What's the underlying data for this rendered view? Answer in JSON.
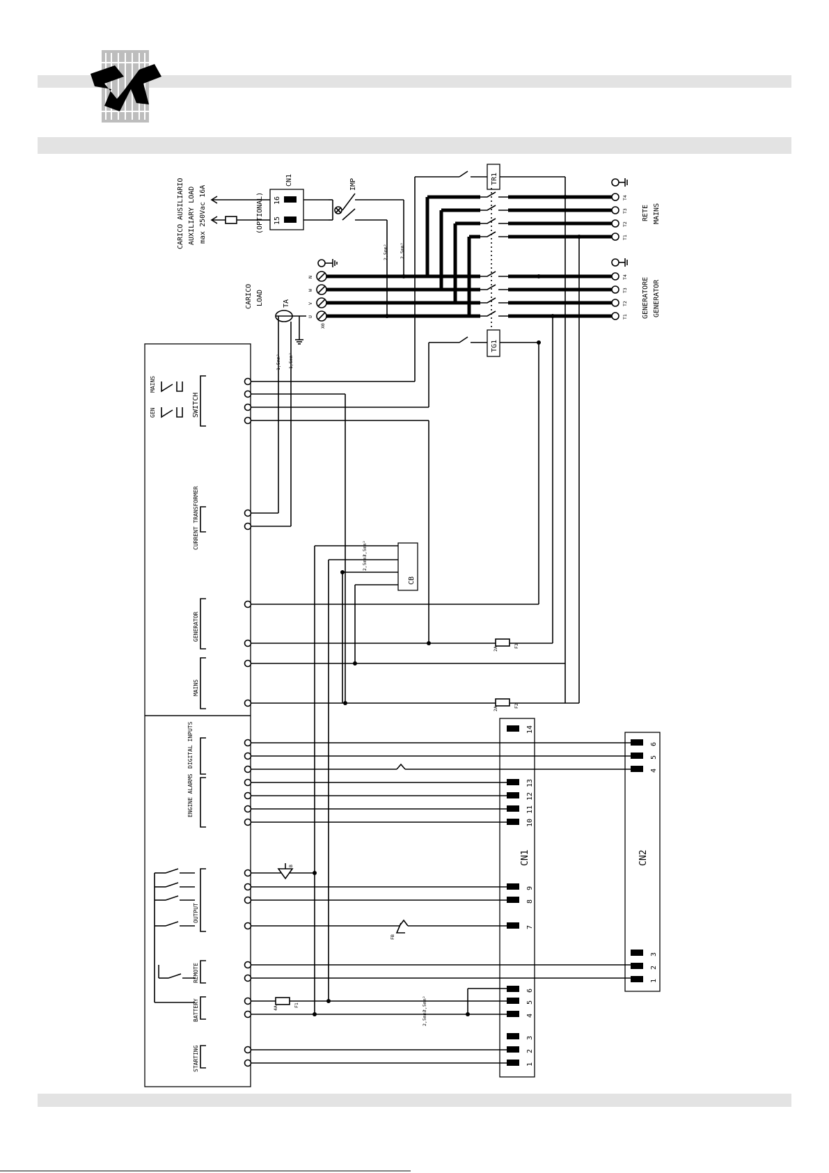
{
  "load": {
    "carico": "CARICO",
    "load": "LOAD",
    "ta": "TA"
  },
  "aux_load": {
    "line1": "CARICO AUSILIARIO",
    "line2": "AUXILIARY LOAD",
    "line3": "max 250Vac 16A",
    "optional": "(OPTIONAL)"
  },
  "cn1_top": {
    "label": "CN1",
    "pin_a": "15",
    "pin_b": "16"
  },
  "imp": "IMP",
  "tr1": "TR1",
  "tg1": "TG1",
  "rete": {
    "line1": "RETE",
    "line2": "MAINS"
  },
  "generatore": {
    "line1": "GENERATORE",
    "line2": "GENERATOR"
  },
  "gen_mains_terminals": [
    "T1",
    "T2",
    "T3",
    "T4"
  ],
  "load_terminals": [
    "X0",
    "U",
    "V",
    "W",
    "N"
  ],
  "groups": {
    "switch": "SWITCH",
    "gen": "GEN",
    "mains_sw": "MAINS",
    "current_transformer": "CURRENT TRANSFORMER",
    "generator": "GENERATOR",
    "mains": "MAINS",
    "digital_inputs": "DIGITAL INPUTS",
    "engine_alarms": "ENGINE ALARMS",
    "output": "OUTPUT",
    "remote": "REMOTE",
    "battery": "BATTERY",
    "starting": "STARTING"
  },
  "cb": "CB",
  "cn1_label": "CN1",
  "cn2_label": "CN2",
  "cn1_pins": [
    "14",
    "13",
    "12",
    "11",
    "10",
    "9",
    "8",
    "7",
    "6",
    "5",
    "4",
    "3",
    "2",
    "1"
  ],
  "cn2_pins": [
    "6",
    "5",
    "4",
    "3",
    "2",
    "1"
  ],
  "wire_size_1": "1,5mm²",
  "wire_size_2": "2,5mm²",
  "fuse_2a": "2A",
  "fuse_4a": "4A",
  "fuses": [
    "F1",
    "F2",
    "F3"
  ],
  "fb": "FB",
  "b": "B"
}
